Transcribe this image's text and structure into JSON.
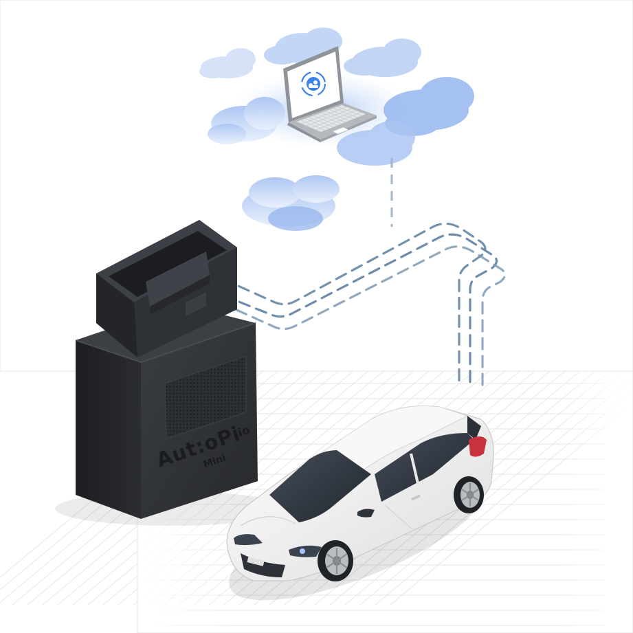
{
  "device": {
    "brand_name": "Aut:oPi",
    "brand_suffix": ".io",
    "model": "Mini",
    "body_color": "#2f3236",
    "body_dark_color": "#1e2023"
  },
  "cloud": {
    "color": "#7fa6e6",
    "laptop_logo_icon": "sync-cloud-logo-icon"
  },
  "signal": {
    "color": "#5d7fa3"
  },
  "car": {
    "body_color": "#f2f2f2",
    "glass_color": "#333a44",
    "taillight_color": "#c8323c"
  },
  "grid": {
    "line_color": "#e6e6e6"
  }
}
